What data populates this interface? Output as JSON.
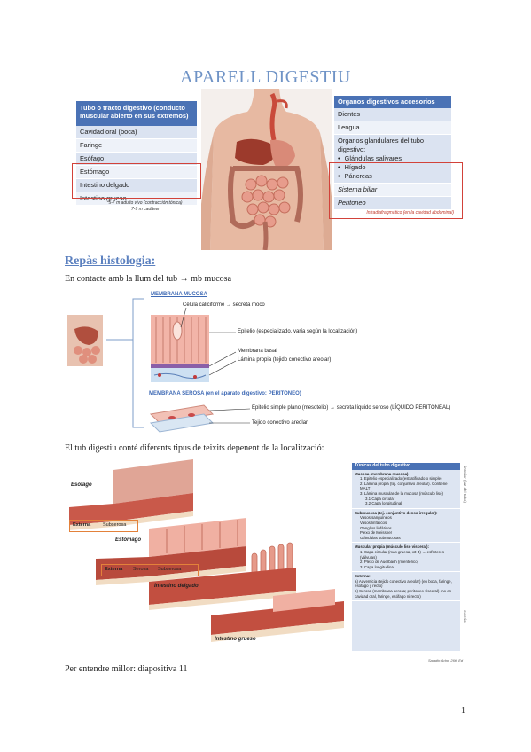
{
  "title": "APARELL DIGESTIU",
  "left_table": {
    "header": "Tubo o tracto digestivo (conducto muscular abierto en sus extremos)",
    "rows": [
      "Cavidad oral (boca)",
      "Faringe",
      "Esófago",
      "Estómago",
      "Intestino delgado",
      "Intestino grueso"
    ],
    "note_1": "5-7 m adulto vivo (contracción tónica)",
    "note_2": "7-9 m cadáver"
  },
  "right_table": {
    "header": "Órganos digestivos accesorios",
    "rows": [
      "Dientes",
      "Lengua",
      "Órganos glandulares del tubo digestivo:"
    ],
    "bullets": [
      "Glándulas salivares",
      "Hígado",
      "Páncreas"
    ],
    "rows_2": [
      "Sistema biliar",
      "Peritoneo"
    ],
    "note": "Infradiafragmático (en la cavidad abdominal)"
  },
  "section_heading": "Repàs histologia:",
  "para_1": "En contacte amb la llum del tub → mb mucosa",
  "histology": {
    "mucosa_title": "MEMBRANA MUCOSA",
    "goblet": "Célula caliciforme → secreta moco",
    "epithelium": "Epitelio (especializado, varía según la localización)",
    "basal": "Membrana basal",
    "lamina": "Lámina propia (tejido conectivo areolar)",
    "serosa_title": "MEMBRANA SEROSA (en el aparato digestivo: PERITONEO)",
    "mesothelium": "Epitelio simple plano (mesotelio) → secreta líquido seroso (LÍQUIDO PERITONEAL)",
    "areolar": "Tejido conectivo areolar"
  },
  "para_2": "El tub digestiu conté diferents tipus de teixits depenent de la localització:",
  "tunics_fig": {
    "esofago": "Esófago",
    "externa_1": "Externa",
    "subserosa_1": "Subserosa",
    "estomago": "Estómago",
    "externa_2": "Externa",
    "serosa": "Serosa",
    "subserosa_2": "Subserosa",
    "intestino_delgado": "Intestino delgado",
    "intestino_grueso": "Intestino grueso"
  },
  "tunics_table": {
    "header": "Túnicas del tubo digestivo",
    "mucosa_title": "Mucosa (membrana mucosa)",
    "mucosa_items": [
      "1.  Epitelio especializado (estratificado o simple)",
      "2.  Lámina propia (tej. conjuntivo areolar). Contiene MALT",
      "3.  Lámina muscular de la mucosa (músculo liso)"
    ],
    "mucosa_sub": [
      "3.1 Capa circular",
      "3.2 Capa longitudinal"
    ],
    "submucosa_title": "Submucosa (tej. conjuntivo denso irregular):",
    "submucosa_items": [
      "Vasos sanguíneos",
      "Vasos linfáticos",
      "Ganglios linfáticos",
      "Plexo de Meissner",
      "Glándulas submucosas"
    ],
    "muscular_title": "Muscular propia (músculo liso visceral):",
    "muscular_items": [
      "1.  Capa circular (más gruesa, x3-4) → esfínteres (válvulas)",
      "2.  Plexo de Auerbach (mientérico)",
      "3.  Capa longitudinal"
    ],
    "externa_title": "Externa:",
    "externa_a": "a)  Adventicia (tejido conectivo areolar) (en boca, faringe, esófago y recto)",
    "externa_b": "b)  Serosa (membrana serosa; peritoneo visceral) (no en cavidad oral, faringe, esófago ni recto)",
    "side_top": "interior (luz del tubo)",
    "side_bottom": "exterior",
    "credit": "Saladin-Arbo, 26th Ed"
  },
  "footer_text": "Per entendre millor: diapositiva 11",
  "page_number": "1"
}
